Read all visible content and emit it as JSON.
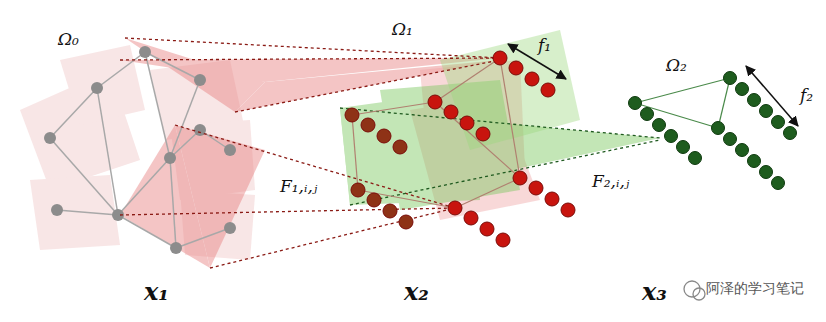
{
  "diagram": {
    "labels": [
      "Ω₀",
      "Ω₁",
      "Ω₂",
      "f₁",
      "f₂",
      "F₁,ᵢ,ⱼ",
      "F₂,ᵢ,ⱼ",
      "x₁",
      "x₂",
      "x₃",
      "阿泽的学习笔记"
    ]
  }
}
